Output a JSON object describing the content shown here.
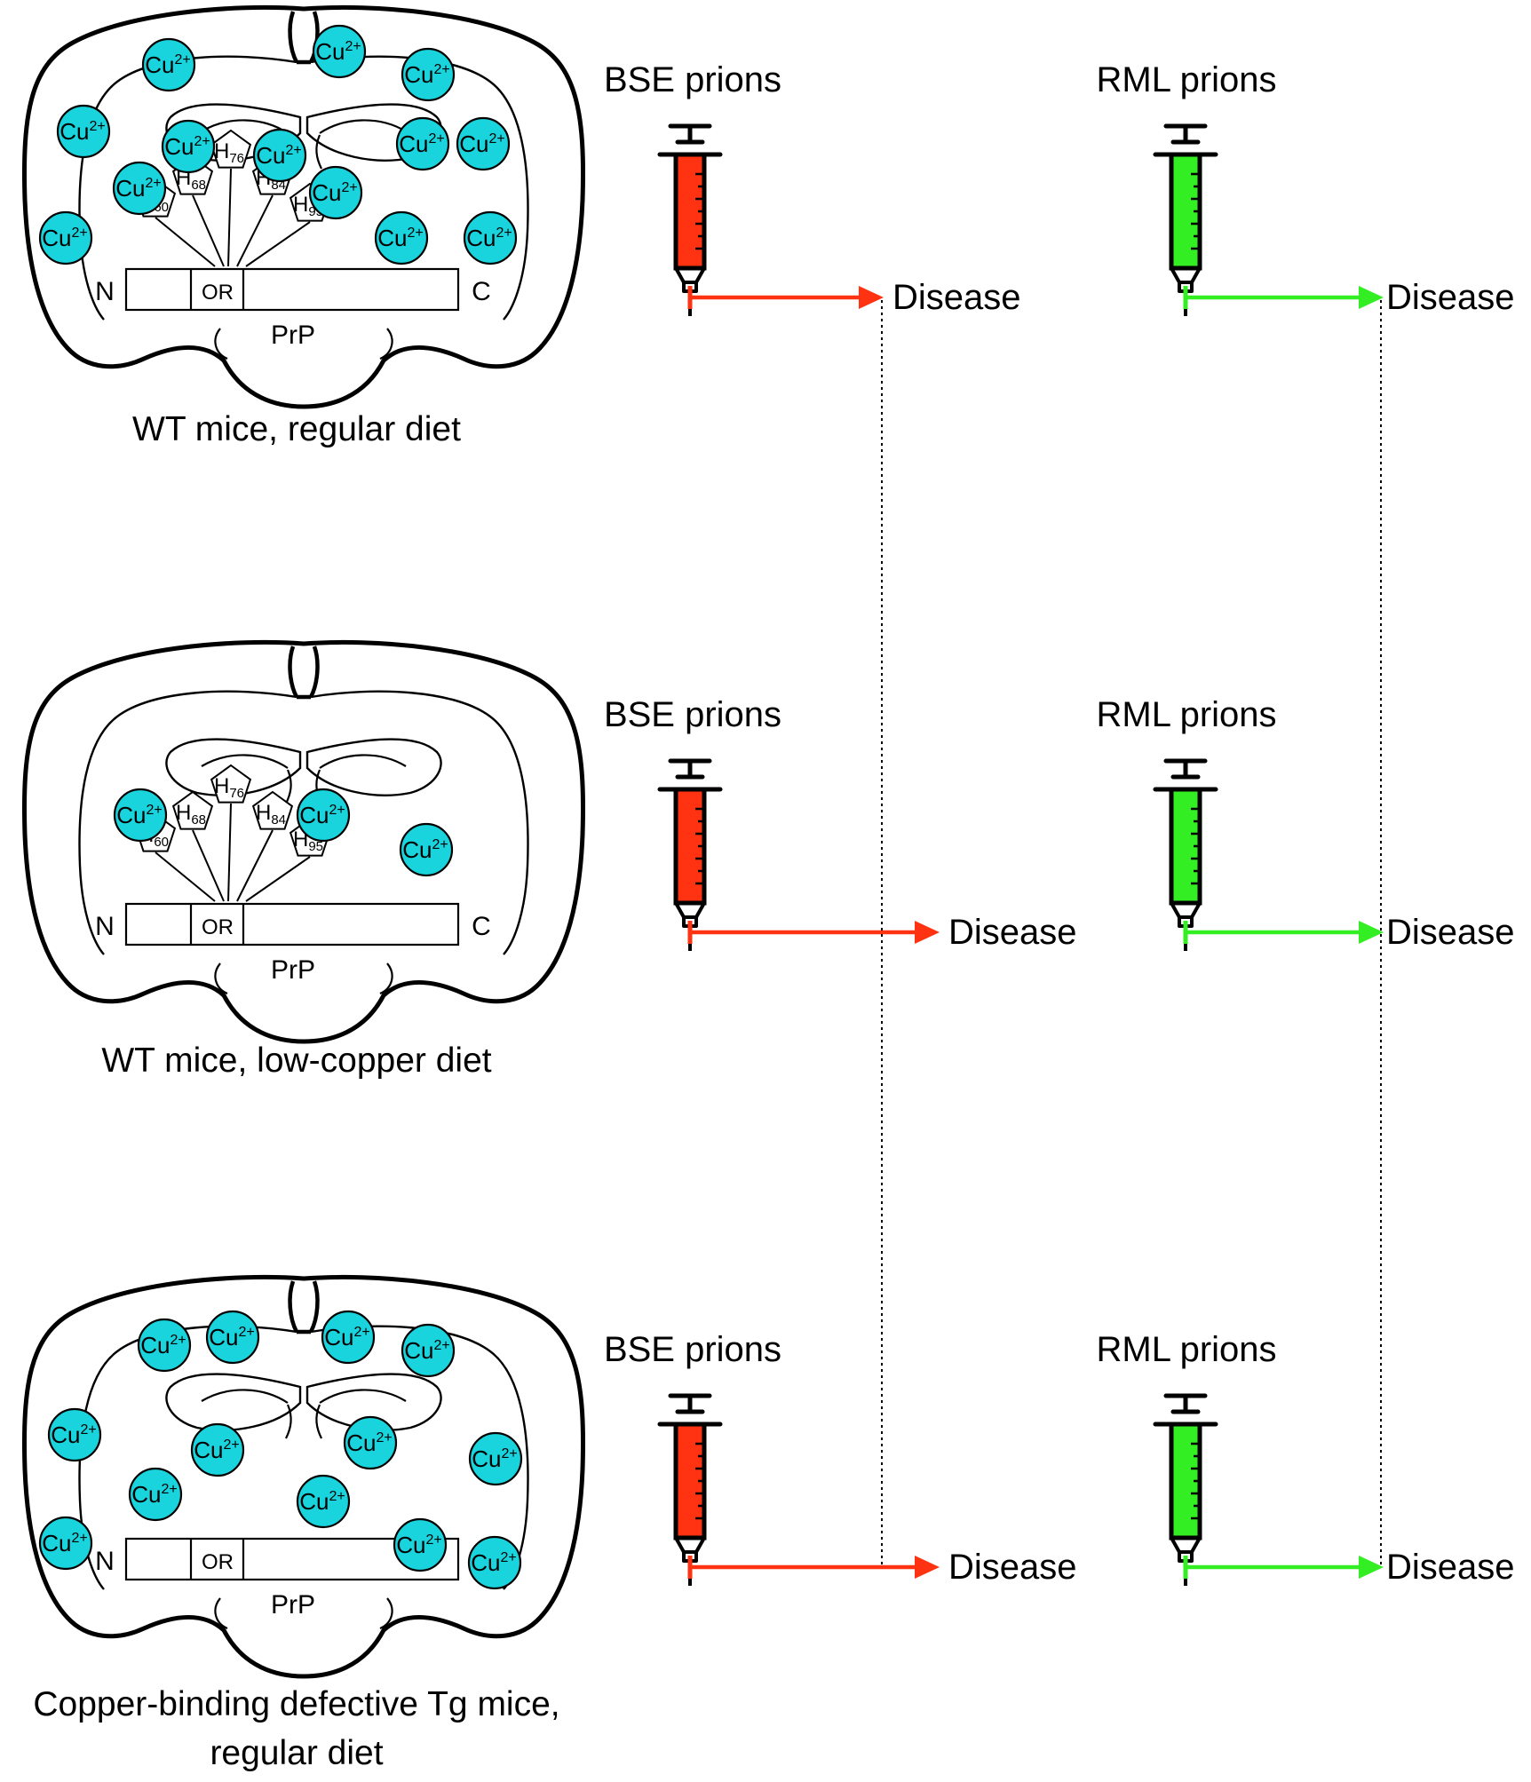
{
  "colors": {
    "copper": "#19d3dd",
    "bse": "#ff3311",
    "rml": "#33ee22",
    "line": "#000000"
  },
  "labels": {
    "n_terminus": "N",
    "c_terminus": "C",
    "octarepeat": "OR",
    "protein": "PrP",
    "copper_base": "Cu",
    "copper_charge": "2+",
    "histidine": "H",
    "residues": [
      "60",
      "68",
      "76",
      "84",
      "95"
    ],
    "bse": "BSE prions",
    "rml": "RML prions",
    "outcome": "Disease"
  },
  "icons": {
    "brain": "coronal-brain-section-icon",
    "syringe": "syringe-icon",
    "copper": "copper-ion-icon",
    "histidine": "histidine-pentagon-icon"
  },
  "panels": [
    {
      "caption_lines": [
        "WT mice, regular diet"
      ],
      "copper_level": "high",
      "histidine_binding": true
    },
    {
      "caption_lines": [
        "WT mice, low-copper diet"
      ],
      "copper_level": "low",
      "histidine_binding": true
    },
    {
      "caption_lines": [
        "Copper-binding defective Tg mice,",
        "regular diet"
      ],
      "copper_level": "high",
      "histidine_binding": false
    }
  ]
}
